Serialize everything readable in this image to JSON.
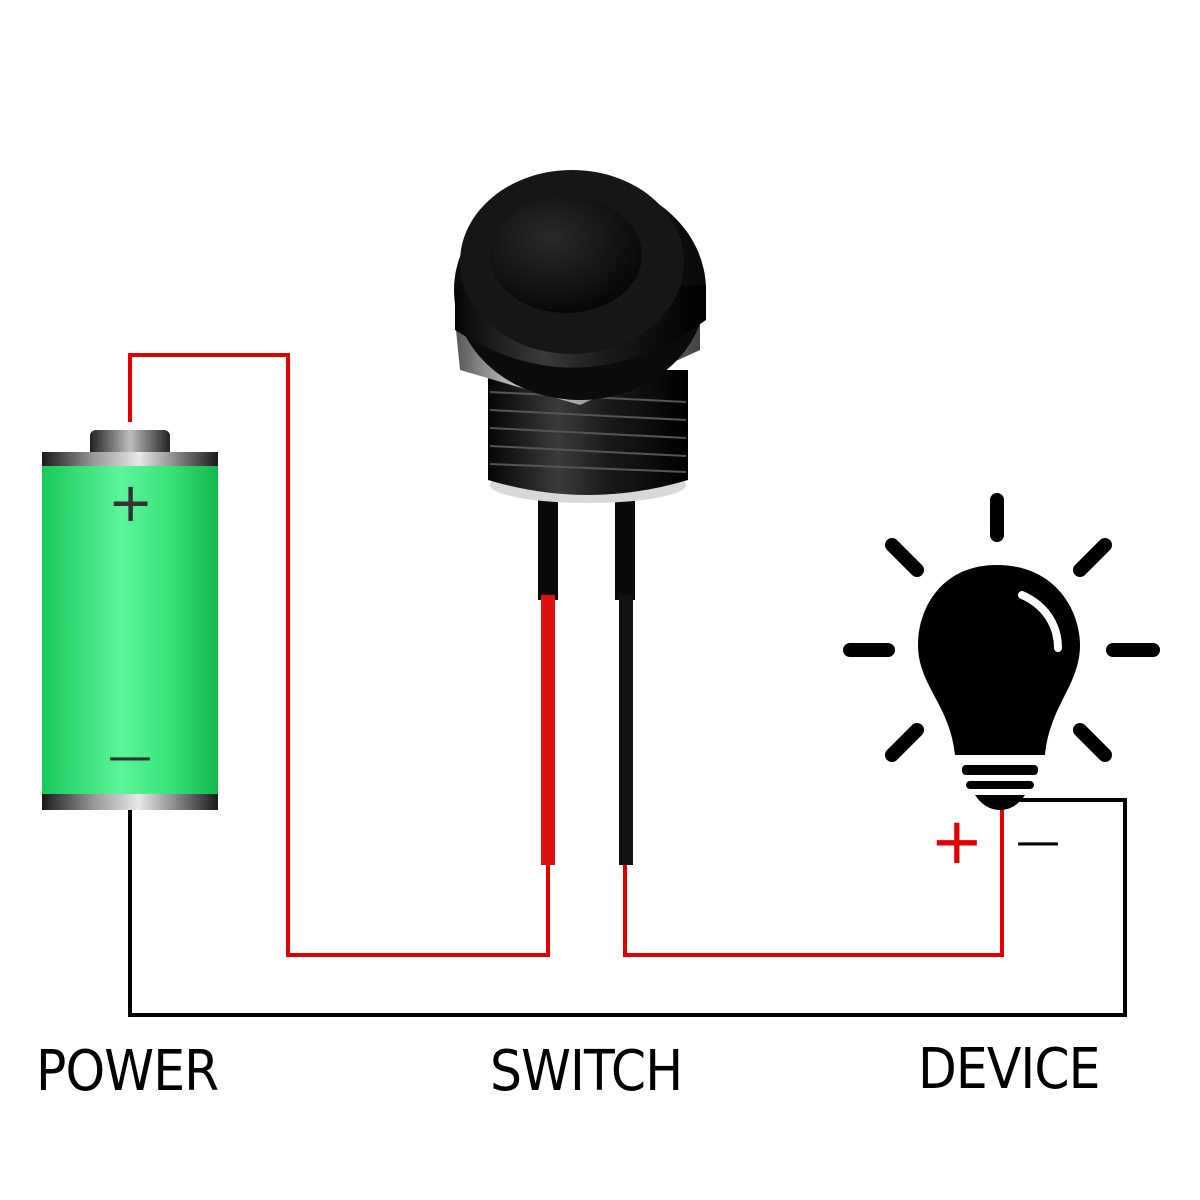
{
  "labels": {
    "power": "POWER",
    "switch": "SWITCH",
    "device": "DEVICE"
  },
  "battery": {
    "plus": "+",
    "minus": "—"
  },
  "device_terminals": {
    "plus": "+",
    "minus": "—"
  },
  "colors": {
    "positive_wire": "#e00000",
    "negative_wire": "#000000",
    "battery_body": "#2be070",
    "switch_body": "#111111",
    "text": "#000000"
  },
  "icons": [
    "battery-icon",
    "push-button-switch-icon",
    "light-bulb-icon"
  ]
}
